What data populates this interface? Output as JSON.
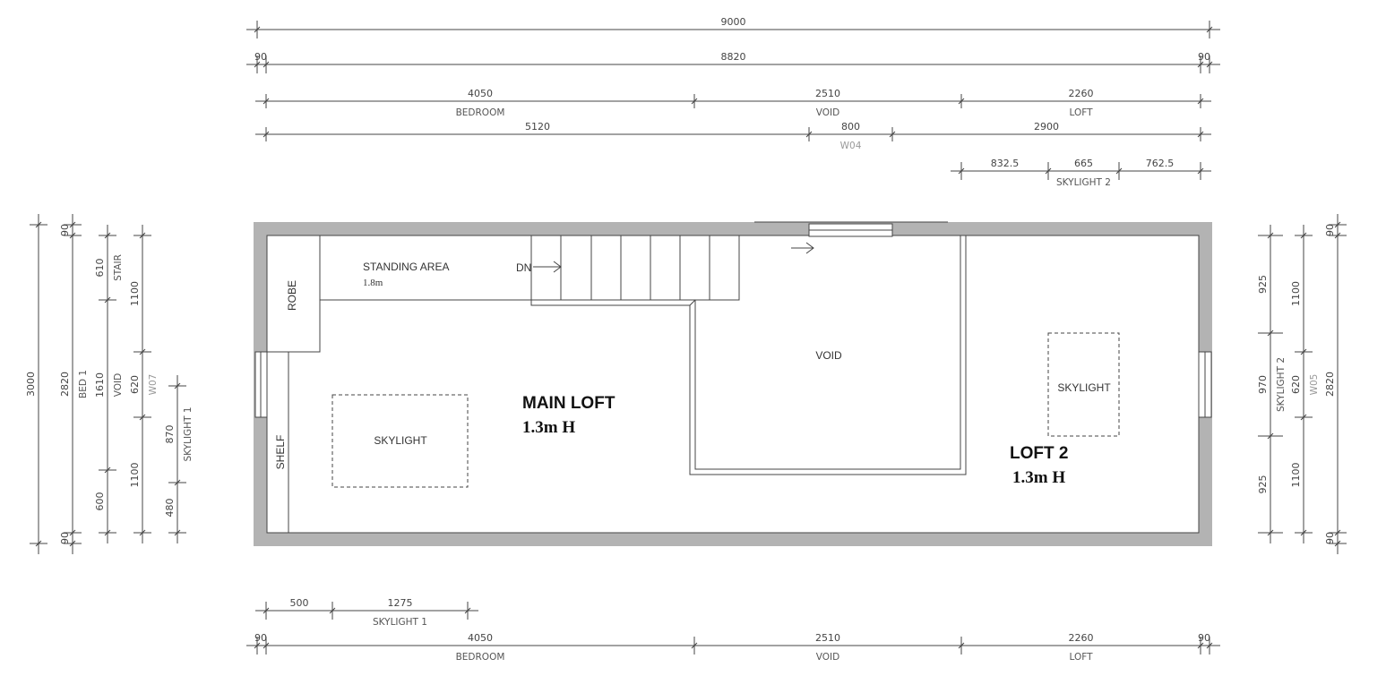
{
  "plan": {
    "rooms": {
      "robe": "ROBE",
      "shelf": "SHELF",
      "standing_area": "STANDING AREA",
      "standing_height": "1.8m",
      "stair_dn": "DN",
      "void": "VOID",
      "skylight_main": "SKYLIGHT",
      "skylight_loft2": "SKYLIGHT",
      "main_loft": "MAIN LOFT",
      "main_loft_height": "1.3m H",
      "loft2": "LOFT 2",
      "loft2_height": "1.3m H"
    },
    "top_dims": {
      "overall": "9000",
      "wall_left": "90",
      "internal": "8820",
      "wall_right": "90",
      "bedroom": "4050",
      "bedroom_label": "BEDROOM",
      "void": "2510",
      "void_label": "VOID",
      "loft": "2260",
      "loft_label": "LOFT",
      "to_window": "5120",
      "window": "800",
      "window_label": "W04",
      "after_window": "2900",
      "sky2_a": "832.5",
      "sky2_w": "665",
      "sky2_label": "SKYLIGHT 2",
      "sky2_b": "762.5"
    },
    "bottom_dims": {
      "sky1_offset": "500",
      "sky1_w": "1275",
      "sky1_label": "SKYLIGHT 1",
      "wall_left": "90",
      "bedroom": "4050",
      "bedroom_label": "BEDROOM",
      "void": "2510",
      "void_label": "VOID",
      "loft": "2260",
      "loft_label": "LOFT",
      "wall_right": "90"
    },
    "left_dims": {
      "overall": "3000",
      "wall_top": "90",
      "internal": "2820",
      "wall_bottom": "90",
      "bed_label": "BED 1",
      "stair": "610",
      "stair_label": "STAIR",
      "void": "1610",
      "void_label": "VOID",
      "bottom": "600",
      "w_top": "1100",
      "window": "620",
      "window_label": "W07",
      "w_bottom": "1100",
      "sky1": "870",
      "sky1_label": "SKYLIGHT 1",
      "sky1_bottom": "480"
    },
    "right_dims": {
      "sky_top": "925",
      "sky": "970",
      "sky_label": "SKYLIGHT 2",
      "sky_bottom": "925",
      "w_top": "1100",
      "window": "620",
      "window_label": "W05",
      "w_bottom": "1100",
      "wall_top": "90",
      "internal": "2820",
      "wall_bottom": "90"
    }
  }
}
